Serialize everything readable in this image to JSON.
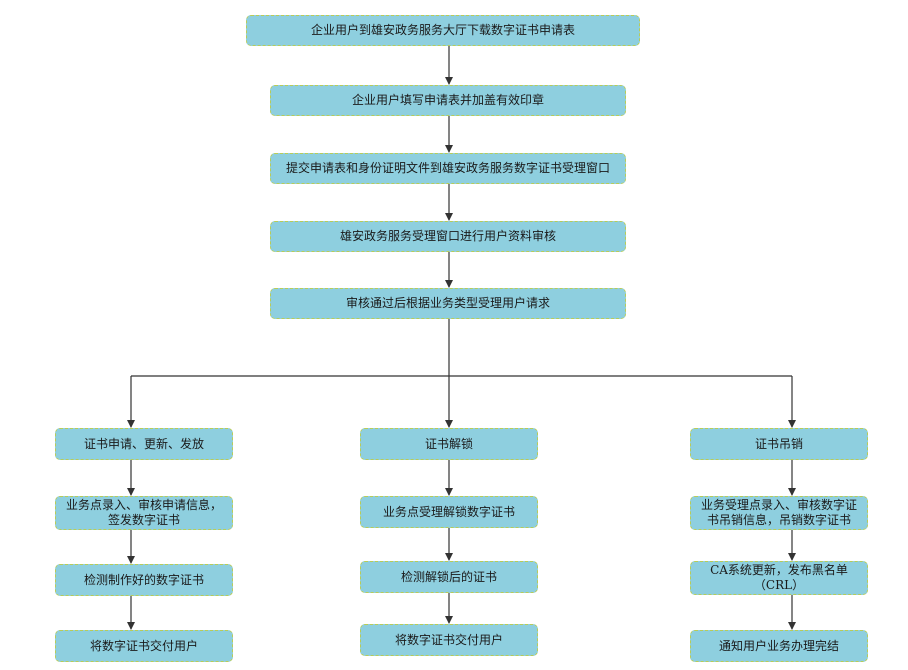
{
  "flow": {
    "main_steps": [
      "企业用户到雄安政务服务大厅下载数字证书申请表",
      "企业用户填写申请表并加盖有效印章",
      "提交申请表和身份证明文件到雄安政务服务数字证书受理窗口",
      "雄安政务服务受理窗口进行用户资料审核",
      "审核通过后根据业务类型受理用户请求"
    ],
    "branches": [
      {
        "title": "证书申请、更新、发放",
        "steps": [
          "业务点录入、审核申请信息，签发数字证书",
          "检测制作好的数字证书",
          "将数字证书交付用户"
        ]
      },
      {
        "title": "证书解锁",
        "steps": [
          "业务点受理解锁数字证书",
          "检测解锁后的证书",
          "将数字证书交付用户"
        ]
      },
      {
        "title": "证书吊销",
        "steps": [
          "业务受理点录入、审核数字证书吊销信息，吊销数字证书",
          "CA系统更新，发布黑名单（CRL）",
          "通知用户业务办理完结"
        ]
      }
    ]
  },
  "colors": {
    "node_fill": "#8ecfdf",
    "node_border": "#b9cc58",
    "line": "#333333"
  }
}
